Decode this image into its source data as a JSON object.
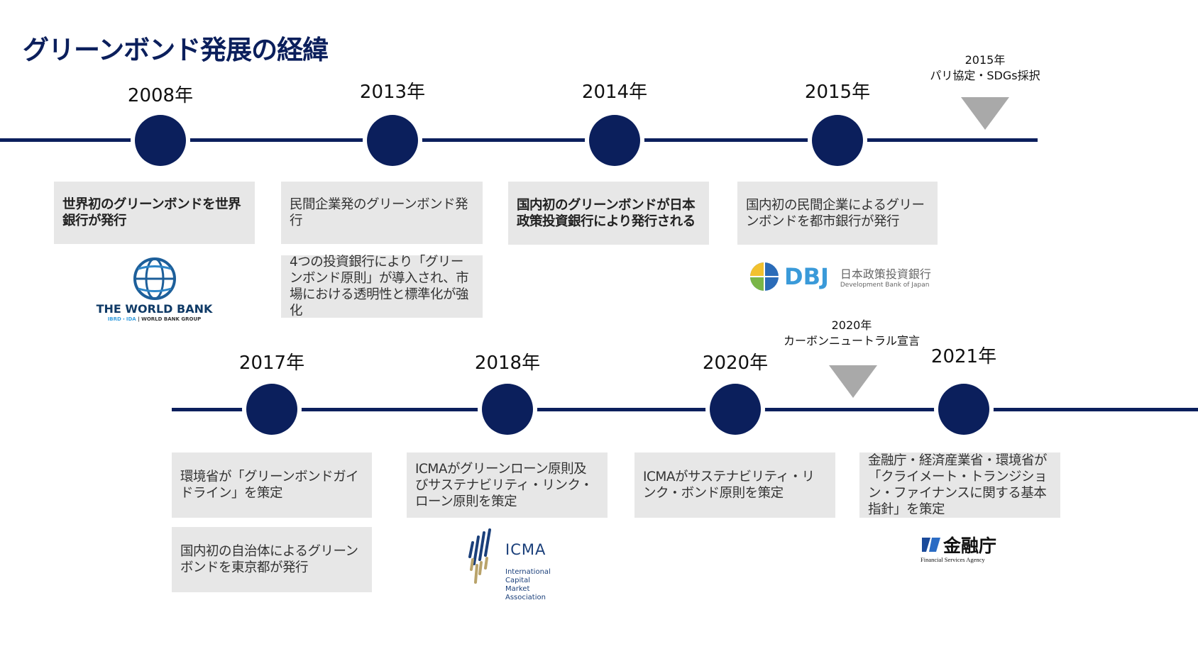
{
  "title": "グリーンボンド発展の経緯",
  "top_timeline": [
    {
      "year": "2008年",
      "boxes": [
        {
          "text": "世界初のグリーンボンドを世界銀行が発行",
          "bold": true
        }
      ],
      "logo": {
        "name": "THE WORLD BANK",
        "sub1": "IBRD・IDA",
        "sub2": "WORLD BANK GROUP"
      }
    },
    {
      "year": "2013年",
      "boxes": [
        {
          "text": "民間企業発のグリーンボンド発行"
        },
        {
          "text": "4つの投資銀行により「グリーンボンド原則」が導入され、市場における透明性と標準化が強化"
        }
      ]
    },
    {
      "year": "2014年",
      "boxes": [
        {
          "text": "国内初のグリーンボンドが日本政策投資銀行により発行される",
          "bold": true
        }
      ]
    },
    {
      "year": "2015年",
      "boxes": [
        {
          "text": "国内初の民間企業によるグリーンボンドを都市銀行が発行"
        }
      ],
      "logo": {
        "name": "DBJ",
        "jp": "日本政策投資銀行",
        "en": "Development Bank of Japan"
      }
    }
  ],
  "top_marker": {
    "year": "2015年",
    "text": "パリ協定・SDGs採択"
  },
  "bottom_timeline": [
    {
      "year": "2017年",
      "boxes": [
        {
          "text": "環境省が「グリーンボンドガイドライン」を策定"
        },
        {
          "text": "国内初の自治体によるグリーンボンドを東京都が発行"
        }
      ]
    },
    {
      "year": "2018年",
      "boxes": [
        {
          "text": "ICMAがグリーンローン原則及びサステナビリティ・リンク・ローン原則を策定"
        }
      ],
      "logo": {
        "name": "ICMA",
        "lines": [
          "International",
          "Capital",
          "Market",
          "Association"
        ]
      }
    },
    {
      "year": "2020年",
      "boxes": [
        {
          "text": "ICMAがサステナビリティ・リンク・ボンド原則を策定"
        }
      ]
    },
    {
      "year": "2021年",
      "boxes": [
        {
          "text": "金融庁・経済産業省・環境省が「クライメート・トランジション・ファイナンスに関する基本指針」を策定"
        }
      ],
      "logo": {
        "name": "金融庁",
        "en": "Financial Services Agency"
      }
    }
  ],
  "bottom_marker": {
    "year": "2020年",
    "text": "カーボンニュートラル宣言"
  },
  "colors": {
    "navy": "#0b1f5c",
    "box": "#e7e7e7",
    "marker": "#a9a9a9"
  }
}
